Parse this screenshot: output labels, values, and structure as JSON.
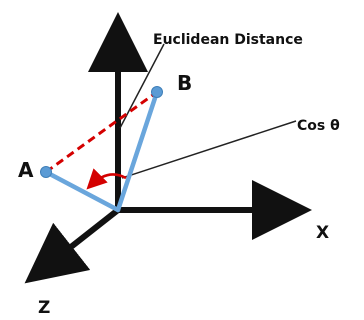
{
  "labels": {
    "euclidean": "Euclidean Distance",
    "cos": "Cos θ",
    "point_a": "A",
    "point_b": "B",
    "x_axis": "X",
    "z_axis": "Z"
  },
  "colors": {
    "axis": "#111111",
    "vector": "#6aa6dc",
    "point": "#5b9bd5",
    "distance_line": "#d40000",
    "angle_arc": "#d40000",
    "pointer_line": "#222222"
  }
}
